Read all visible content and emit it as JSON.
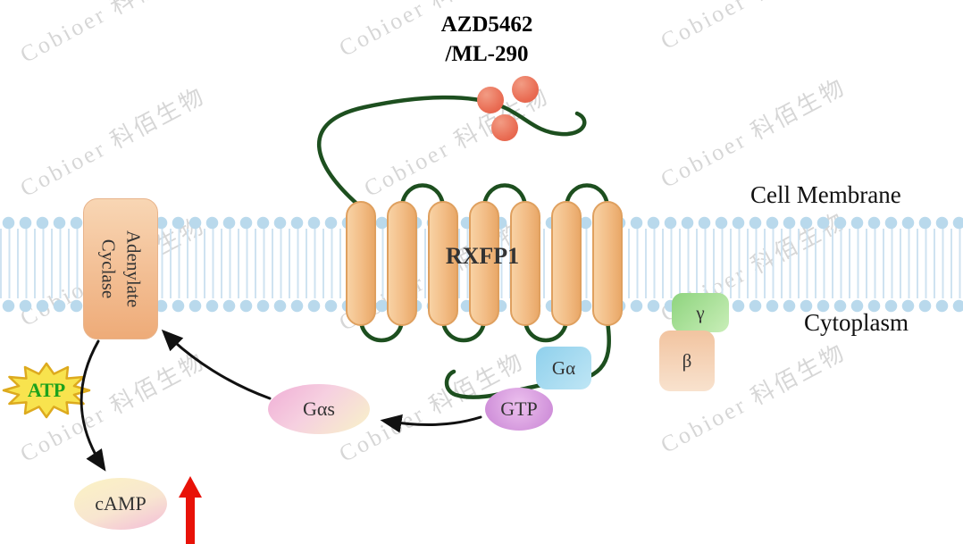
{
  "watermark": {
    "text": "Cobioer 科佰生物"
  },
  "header": {
    "drug_line1": "AZD5462",
    "drug_line2": "/ML-290"
  },
  "membrane": {
    "label_top": "Cell Membrane",
    "label_bottom": "Cytoplasm"
  },
  "receptor": {
    "name": "RXFP1"
  },
  "molecules": {
    "adenylate_cyclase": {
      "line1": "Adenylate",
      "line2": "Cyclase"
    },
    "atp": "ATP",
    "gas": "Gαs",
    "gtp": "GTP",
    "g_alpha": "Gα",
    "gamma": "γ",
    "beta": "β",
    "camp": "cAMP"
  },
  "colors": {
    "membrane_head_blue": "#b9d9ec",
    "helix_orange": "#f2bc85",
    "loop_dark_green": "#1d4f1f",
    "ligand_red": "#e96b52",
    "atp_star_yellow": "#f8e34e",
    "atp_text_green": "#1ca21c",
    "gas_pink": "#f0aed6",
    "gtp_purple": "#cf8fd9",
    "g_alpha_blue": "#8fd0ec",
    "gamma_green": "#8ed47e",
    "beta_peach": "#f2c4a0",
    "camp_pink": "#f3bcd8",
    "up_arrow_red": "#e81208",
    "arrow_black": "#111111"
  }
}
